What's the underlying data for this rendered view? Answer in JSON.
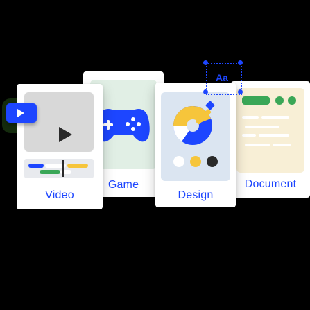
{
  "cards": {
    "video": {
      "label": "Video"
    },
    "game": {
      "label": "Game"
    },
    "design": {
      "label": "Design"
    },
    "document": {
      "label": "Document"
    }
  },
  "selection": {
    "text": "Aa"
  },
  "icons": {
    "video_badge": "play-icon",
    "video_preview": "play-icon",
    "game": "gamepad-icon",
    "design": "color-wheel-icon",
    "eyedropper": "eyedropper-icon"
  },
  "colors": {
    "accent_blue": "#1d46ff",
    "yellow": "#f6c53b",
    "green": "#3aa757",
    "label_blue": "#1d46ff"
  }
}
